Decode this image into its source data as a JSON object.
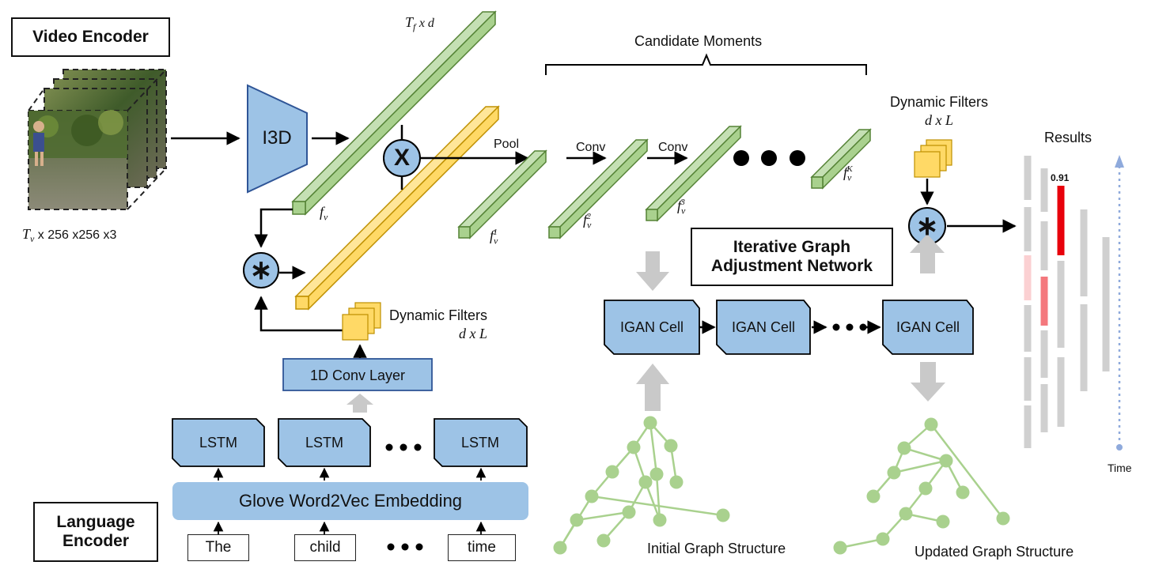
{
  "colors": {
    "green": "#a9d18e",
    "green_dark": "#548235",
    "yellow": "#ffd966",
    "yellow_dark": "#bf9000",
    "blue": "#9dc3e6",
    "blue_dark": "#2f5597",
    "node_green": "#a9d18e",
    "gray_arrow": "#c9c9c9",
    "result_gray": "#d0d0d0",
    "result_red": "#e8000b",
    "result_red_mid": "#f4787d",
    "result_red_light": "#fbd0d2",
    "time_axis": "#8faadc"
  },
  "video_encoder": {
    "title": "Video Encoder",
    "input_label": "x 256 x256 x3",
    "input_symbol": "T",
    "input_sub": "v"
  },
  "i3d": {
    "label": "I3D"
  },
  "feature": {
    "dim_symbol": "T",
    "dim_sub": "f",
    "dim_suffix": "x d",
    "fv_symbol": "f",
    "fv_sub": "v"
  },
  "ops": {
    "multiply": "X",
    "conv_star": "∗",
    "pool": "Pool",
    "conv1": "Conv",
    "conv2": "Conv"
  },
  "candidate": {
    "title": "Candidate Moments",
    "f1": {
      "base": "f",
      "sub": "v",
      "sup": "1"
    },
    "f2": {
      "base": "f",
      "sub": "v",
      "sup": "2"
    },
    "f3": {
      "base": "f",
      "sub": "v",
      "sup": "3"
    },
    "fK": {
      "base": "f",
      "sub": "v",
      "sup": "K"
    }
  },
  "dynamic_filters_lang": {
    "title": "Dynamic Filters",
    "dims": "d x L"
  },
  "dynamic_filters_out": {
    "title": "Dynamic Filters",
    "dims": "d x L"
  },
  "conv_layer": {
    "label": "1D Conv Layer"
  },
  "lstm": {
    "cells": [
      "LSTM",
      "LSTM",
      "LSTM"
    ]
  },
  "embedding": {
    "label": "Glove Word2Vec Embedding"
  },
  "words": [
    "The",
    "child",
    "time"
  ],
  "language_encoder": {
    "title_line1": "Language",
    "title_line2": "Encoder"
  },
  "igan": {
    "title_line1": "Iterative Graph",
    "title_line2": "Adjustment Network",
    "cells": [
      "IGAN Cell",
      "IGAN Cell",
      "IGAN Cell"
    ]
  },
  "graphs": {
    "initial": "Initial Graph Structure",
    "updated": "Updated Graph Structure"
  },
  "results": {
    "title": "Results",
    "score": "0.91",
    "time_label": "Time"
  }
}
